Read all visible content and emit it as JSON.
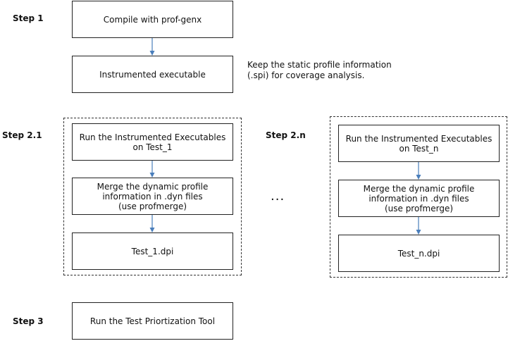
{
  "steps": {
    "step1": "Step 1",
    "step2_1": "Step 2.1",
    "step2_n": "Step 2.n",
    "step3": "Step 3"
  },
  "boxes": {
    "compile": [
      "Compile with prof-genx"
    ],
    "instrumented_executable": [
      "Instrumented executable"
    ],
    "run_test_1": [
      "Run the Instrumented Executables",
      "on Test_1"
    ],
    "merge_1": [
      "Merge the dynamic profile",
      "information in .dyn files",
      "(use profmerge)"
    ],
    "dpi_1": [
      "Test_1.dpi"
    ],
    "run_test_n": [
      "Run the Instrumented Executables",
      "on Test_n"
    ],
    "merge_n": [
      "Merge the dynamic profile",
      "information in .dyn files",
      "(use profmerge)"
    ],
    "dpi_n": [
      "Test_n.dpi"
    ],
    "prioritization_tool": [
      "Run the Test Priortization Tool"
    ]
  },
  "note": [
    "Keep the static profile information",
    "(.spi) for coverage analysis."
  ],
  "ellipsis": "...",
  "colors": {
    "arrow": "#4a7ebb",
    "border": "#222222"
  }
}
